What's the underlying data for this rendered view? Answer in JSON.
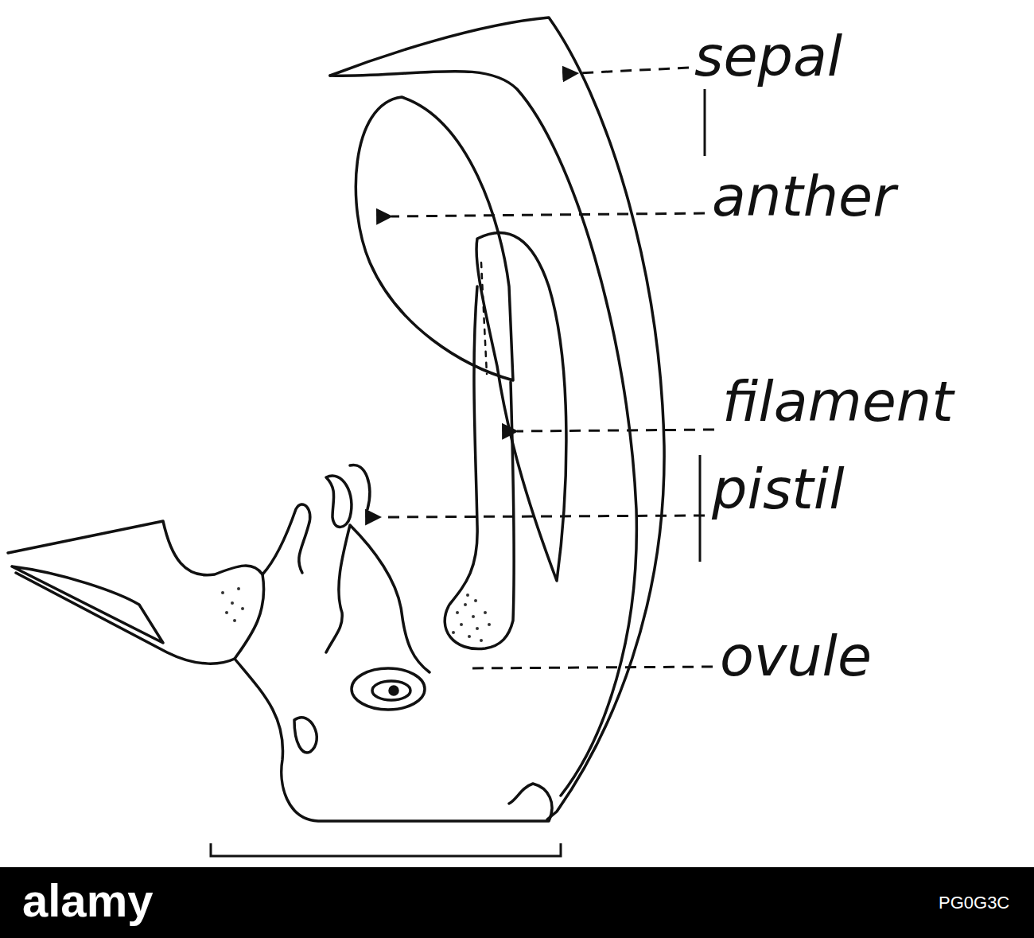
{
  "diagram": {
    "labels": [
      "sepal",
      "anther",
      "filament",
      "pistil",
      "ovule",
      "alamy",
      "PG0G3C"
    ]
  }
}
